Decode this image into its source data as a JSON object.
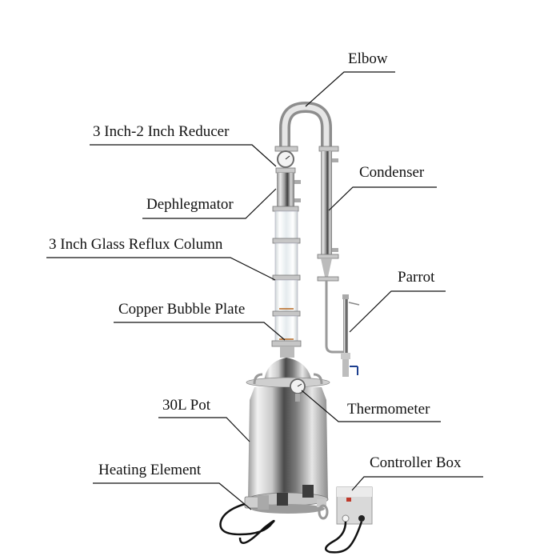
{
  "figure": {
    "subject": "Reflux still with labeled components",
    "labels": [
      {
        "id": "elbow",
        "text": "Elbow"
      },
      {
        "id": "reducer",
        "text": "3 Inch-2 Inch Reducer"
      },
      {
        "id": "condenser",
        "text": "Condenser"
      },
      {
        "id": "dephlegmator",
        "text": "Dephlegmator"
      },
      {
        "id": "glass-column",
        "text": "3 Inch Glass Reflux Column"
      },
      {
        "id": "parrot",
        "text": "Parrot"
      },
      {
        "id": "bubble-plate",
        "text": "Copper Bubble Plate"
      },
      {
        "id": "thermometer",
        "text": "Thermometer"
      },
      {
        "id": "pot",
        "text": "30L Pot"
      },
      {
        "id": "controller-box",
        "text": "Controller Box"
      },
      {
        "id": "heating-element",
        "text": "Heating Element"
      }
    ]
  },
  "colors": {
    "background": "#ffffff",
    "label_text": "#111111",
    "leader_line": "#111111",
    "steel_light": "#eeeeee",
    "steel_mid": "#bdbdbd",
    "steel_dark": "#6e6e6e",
    "glass": "#f4f7f8",
    "controller_box": "#d9d9d9",
    "switch_red": "#c0392b",
    "valve_blue": "#1d3f8f",
    "cord": "#111111"
  }
}
